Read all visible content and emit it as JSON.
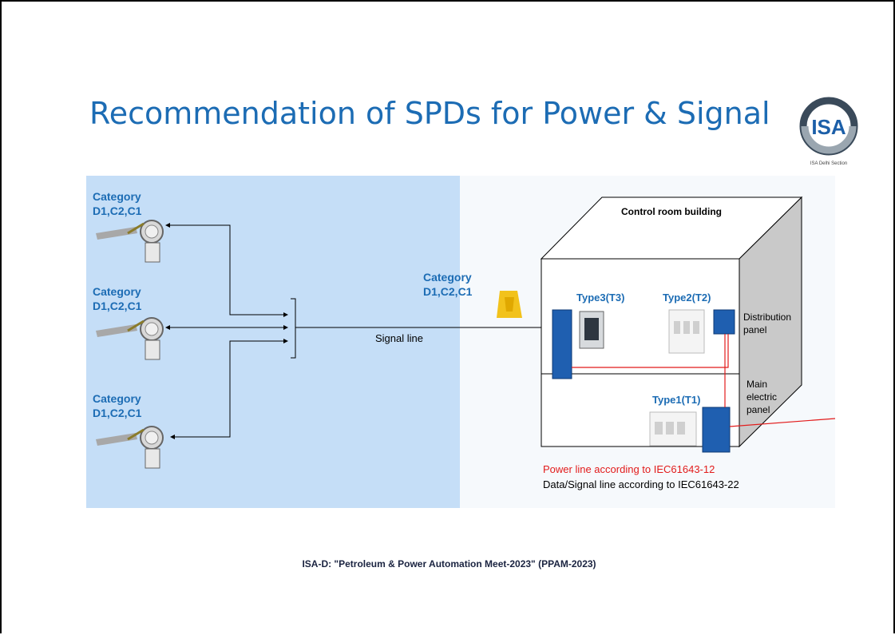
{
  "slide": {
    "title": "Recommendation of SPDs for Power & Signal",
    "footer": "ISA-D: \"Petroleum & Power Automation Meet-2023\" (PPAM-2023)"
  },
  "logo": {
    "text": "ISA",
    "caption": "ISA Delhi Section"
  },
  "diagram": {
    "category_title": "Category",
    "category_codes": "D1,C2,C1",
    "signal_line_label": "Signal line",
    "building_label": "Control room building",
    "type3_label": "Type3(T3)",
    "type2_label": "Type2(T2)",
    "type1_label": "Type1(T1)",
    "distribution_panel_line1": "Distribution",
    "distribution_panel_line2": "panel",
    "main_panel_line1": "Main",
    "main_panel_line2": "electric",
    "main_panel_line3": "panel",
    "legend_power": "Power line according to IEC61643-12",
    "legend_signal": "Data/Signal line according to IEC61643-22"
  },
  "colors": {
    "title_blue": "#1c6cb4",
    "field_zone_fill": "#c5def7",
    "spd_blue": "#1f5fb0",
    "power_line_red": "#e21b1b"
  }
}
